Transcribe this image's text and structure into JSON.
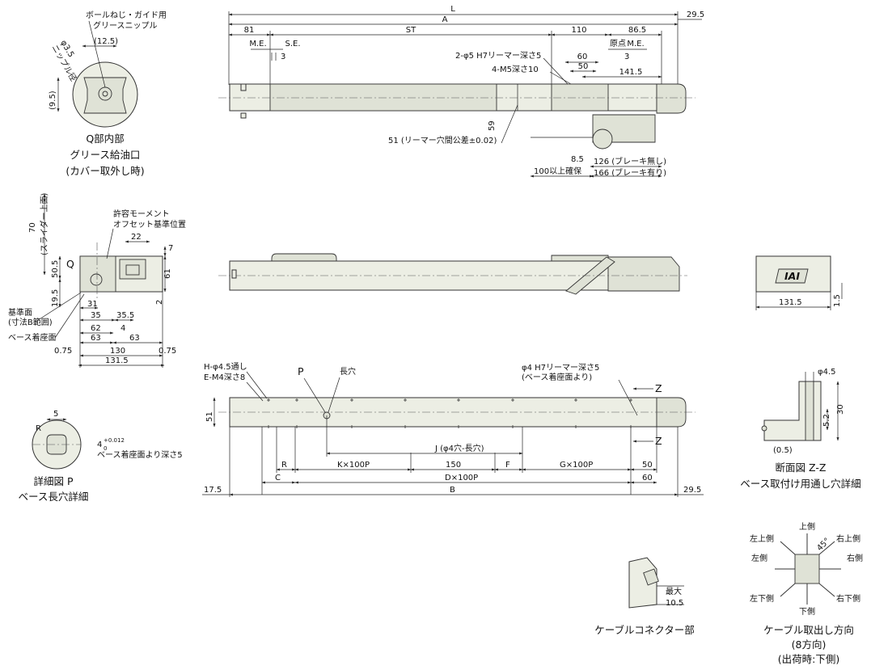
{
  "dims": {
    "L": "L",
    "A": "A",
    "ST": "ST",
    "d81": "81",
    "d110": "110",
    "d86_5": "86.5",
    "d29_5_top": "29.5",
    "me_left": "M.E.",
    "se": "S.E.",
    "d3_left": "3",
    "origin": "原点",
    "me_right": "M.E.",
    "d3_right": "3",
    "d60_top": "60",
    "d50_top": "50",
    "d141_5": "141.5",
    "d59": "59",
    "d8_5": "8.5",
    "reamer_2": "2-φ5 H7リーマー深さ5",
    "m5": "4-M5深さ10",
    "reamer_pitch": "51 (リーマー穴間公差±0.02)",
    "secure100": "100以上確保",
    "no_brake": "126 (ブレーキ無し)",
    "brake": "166 (ブレーキ有り)",
    "q_phi": "φ3.5",
    "q_nipple": "ニップル径",
    "q_12_5": "(12.5)",
    "q_9_5": "(9.5)",
    "grease_head": "ボールねじ・ガイド用",
    "grease_nipple": "グリースニップル",
    "se_70": "70",
    "se_slider": "(スライダー上面)",
    "se_q": "Q",
    "allow_1": "許容モーメント",
    "allow_2": "オフセット基準位置",
    "se_22": "22",
    "se_7": "7",
    "se_50_5": "50.5",
    "se_61": "61",
    "se_19_5": "19.5",
    "se_2": "2",
    "se_31": "31",
    "se_35": "35",
    "se_35_5": "35.5",
    "se_62": "62",
    "se_4": "4",
    "se_63a": "63",
    "se_63b": "63",
    "se_130": "130",
    "se_131_5": "131.5",
    "se_075a": "0.75",
    "se_075b": "0.75",
    "ref_1": "基準面",
    "ref_2": "(寸法B範囲)",
    "base_mount": "ベース着座面",
    "rv_131_5": "131.5",
    "rv_1_5": "1.5",
    "rv_logo": "IAI",
    "h_hole": "H-φ4.5通し",
    "e_m4": "E-M4深さ8",
    "p_label": "P",
    "slot": "長穴",
    "phi4_1": "φ4 H7リーマー深さ5",
    "phi4_2": "(ベース着座面より)",
    "z_top": "Z",
    "z_bot": "Z",
    "d51": "51",
    "J": "J (φ4穴-長穴)",
    "R": "R",
    "KxP": "K×100P",
    "d150": "150",
    "F": "F",
    "GxP": "G×100P",
    "d50b": "50",
    "C": "C",
    "DxP": "D×100P",
    "d60b": "60",
    "B": "B",
    "d17_5": "17.5",
    "d29_5_bot": "29.5",
    "p_5": "5",
    "p_R": "R",
    "p_4": "4",
    "p_tol_up": "+0.012",
    "p_tol_lo": "0",
    "p_depth": "ベース着座面より深さ5",
    "z_phi": "φ4.5",
    "z_5_2": "5.2",
    "z_30": "30",
    "z_0_5": "(0.5)",
    "cab_max": "最大",
    "cab_10_5": "10.5",
    "d_up": "上側",
    "d_upleft": "左上側",
    "d_upright": "右上側",
    "d_left": "左側",
    "d_right": "右側",
    "d_downleft": "左下側",
    "d_downright": "右下側",
    "d_down": "下側",
    "d_45": "45°"
  },
  "captions": {
    "q_title": "Q部内部",
    "q_sub": "グリース給油口",
    "q_sub2": "(カバー取外し時)",
    "p_title": "詳細図 P",
    "p_sub": "ベース長穴詳細",
    "z_title": "断面図 Z-Z",
    "z_sub": "ベース取付け用通し穴詳細",
    "cable_title": "ケーブルコネクター部",
    "dir_title": "ケーブル取出し方向",
    "dir_sub": "(8方向)",
    "dir_sub2": "(出荷時:下側)"
  }
}
